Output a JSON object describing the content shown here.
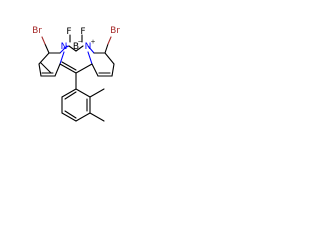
{
  "molecule": {
    "atoms": {
      "br_left": "Br",
      "br_right": "Br",
      "f_left": "F",
      "f_right": "F",
      "b_center": "B",
      "b_charge": "−",
      "n_left": "N",
      "n_right": "N",
      "n_right_charge": "+"
    },
    "colors": {
      "bromine": "#a52a2a",
      "nitrogen": "#0000ff",
      "carbon": "#000000"
    }
  }
}
